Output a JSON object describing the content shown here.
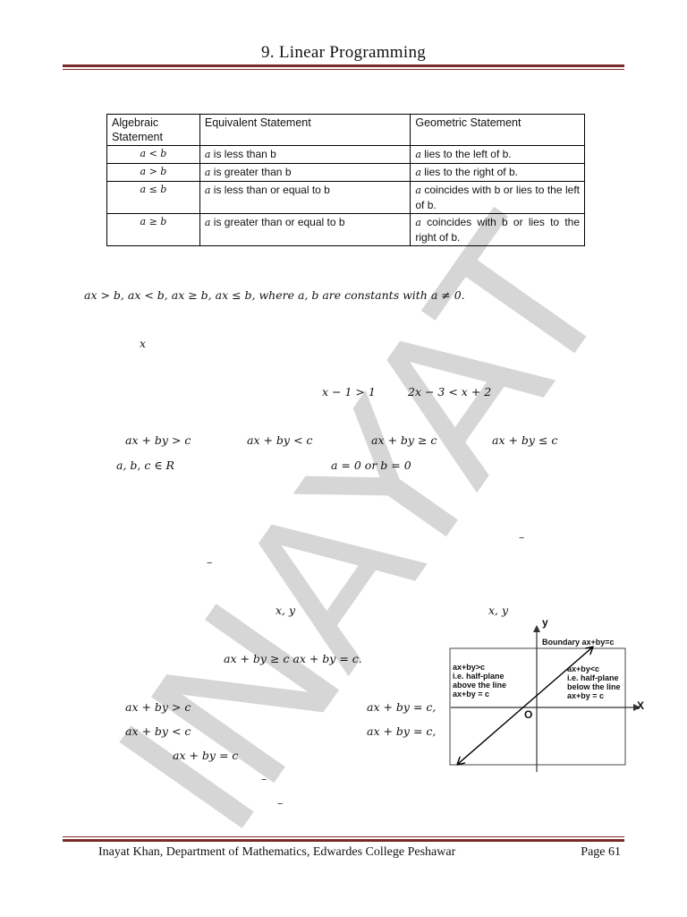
{
  "header": {
    "title": "9.  Linear Programming"
  },
  "table": {
    "headers": [
      "Algebraic Statement",
      "Equivalent Statement",
      "Geometric Statement"
    ],
    "rows": [
      {
        "alg": "a < b",
        "eq_var": "a",
        "eq": " is less than b",
        "geo_var": "a",
        "geo": " lies to the left of b."
      },
      {
        "alg": "a > b",
        "eq_var": "a",
        "eq": " is greater than b",
        "geo_var": "a",
        "geo": " lies to the right of b."
      },
      {
        "alg": "a ≤ b",
        "eq_var": "a",
        "eq": " is less than or equal to b",
        "geo_var": "a",
        "geo": " coincides with b or lies to the left of b."
      },
      {
        "alg": "a ≥ b",
        "eq_var": "a",
        "eq": " is greater than or equal to b",
        "geo_var": "a",
        "geo": " coincides with b or lies to the right of b."
      }
    ]
  },
  "math": {
    "line1": "ax > b,   ax < b,   ax ≥ b,   ax ≤ b,   where a, b are constants with a ≠ 0.",
    "x_var": "x",
    "ex1": "x − 1 > 1",
    "ex2": "2x − 3 < x + 2",
    "ineq1": "ax + by > c",
    "ineq2": "ax + by < c",
    "ineq3": "ax + by ≥ c",
    "ineq4": "ax + by ≤ c",
    "abc": "a, b, c ∈ R",
    "cond": "a = 0  or  b = 0",
    "dash1": "–",
    "dash2": "–",
    "xy1": "x, y",
    "xy2": "x, y",
    "ge_line": "ax + by ≥ c    ax + by = c.",
    "gt": "ax + by > c",
    "gt_line": "ax + by = c,",
    "lt": "ax + by < c",
    "lt_line": "ax + by = c,",
    "boundary": "ax + by = c",
    "dash3": "–",
    "dash4": "–"
  },
  "watermark": {
    "text": "INAYAT"
  },
  "figure": {
    "y_label": "y",
    "x_label": "X",
    "origin": "O",
    "boundary_label": "Boundary ax+by=c",
    "left_lines": [
      "ax+by>c",
      "i.e. half-plane",
      "above the line",
      "ax+by = c"
    ],
    "right_lines": [
      "ax+by<c",
      "i.e. half-plane",
      "below the line",
      "ax+by = c"
    ]
  },
  "footer": {
    "text": "Inayat Khan, Department of Mathematics, Edwardes College Peshawar",
    "page": "Page 61"
  }
}
